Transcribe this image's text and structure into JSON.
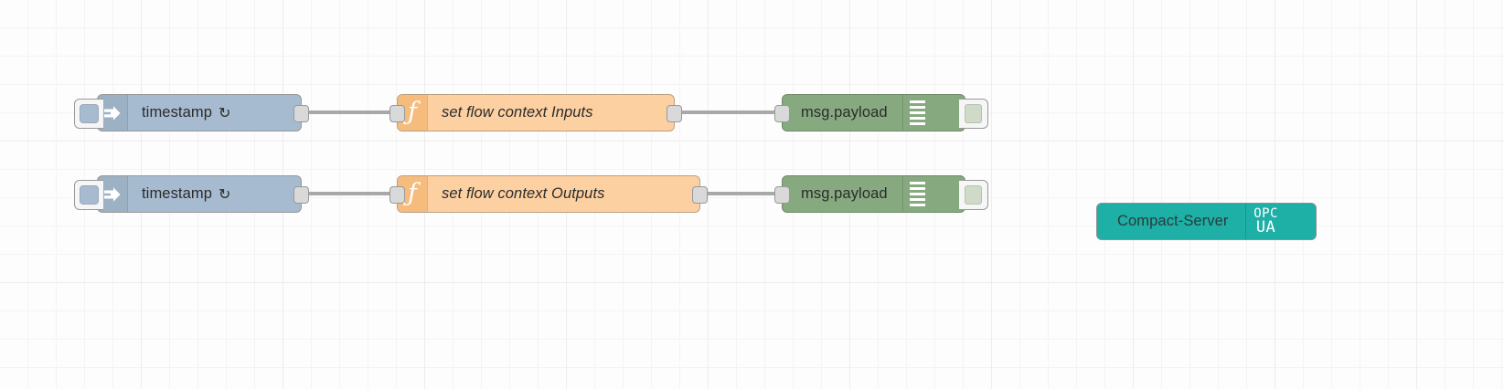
{
  "canvas": {
    "app": "Node-RED flow editor canvas",
    "grid": "on",
    "background_color": "#fdfdfd",
    "grid_color": "#ededed"
  },
  "palette": {
    "inject_color": "#a6bbcf",
    "function_color": "#fdd0a2",
    "function_icon_color": "#f5bc7e",
    "debug_color": "#87a980",
    "opcua_color": "#1eafa6",
    "wire_color": "#a8a8a8",
    "port_color": "#d9d9d9"
  },
  "flows": [
    {
      "id": "row-1",
      "nodes": {
        "inject": {
          "label": "timestamp",
          "repeat_glyph": "↻",
          "icon": "inject-arrow-icon",
          "type": "inject"
        },
        "function": {
          "label": "set flow context Inputs",
          "icon": "function-f-icon",
          "type": "function"
        },
        "debug": {
          "label": "msg.payload",
          "icon": "debug-lines-icon",
          "type": "debug"
        }
      }
    },
    {
      "id": "row-2",
      "nodes": {
        "inject": {
          "label": "timestamp",
          "repeat_glyph": "↻",
          "icon": "inject-arrow-icon",
          "type": "inject"
        },
        "function": {
          "label": "set flow context Outputs",
          "icon": "function-f-icon",
          "type": "function"
        },
        "debug": {
          "label": "msg.payload",
          "icon": "debug-lines-icon",
          "type": "debug"
        }
      }
    }
  ],
  "standalone": {
    "opcua_server": {
      "label": "Compact-Server",
      "badge_line1": "OPC",
      "badge_line2": "UA",
      "type": "opcua-server"
    }
  }
}
